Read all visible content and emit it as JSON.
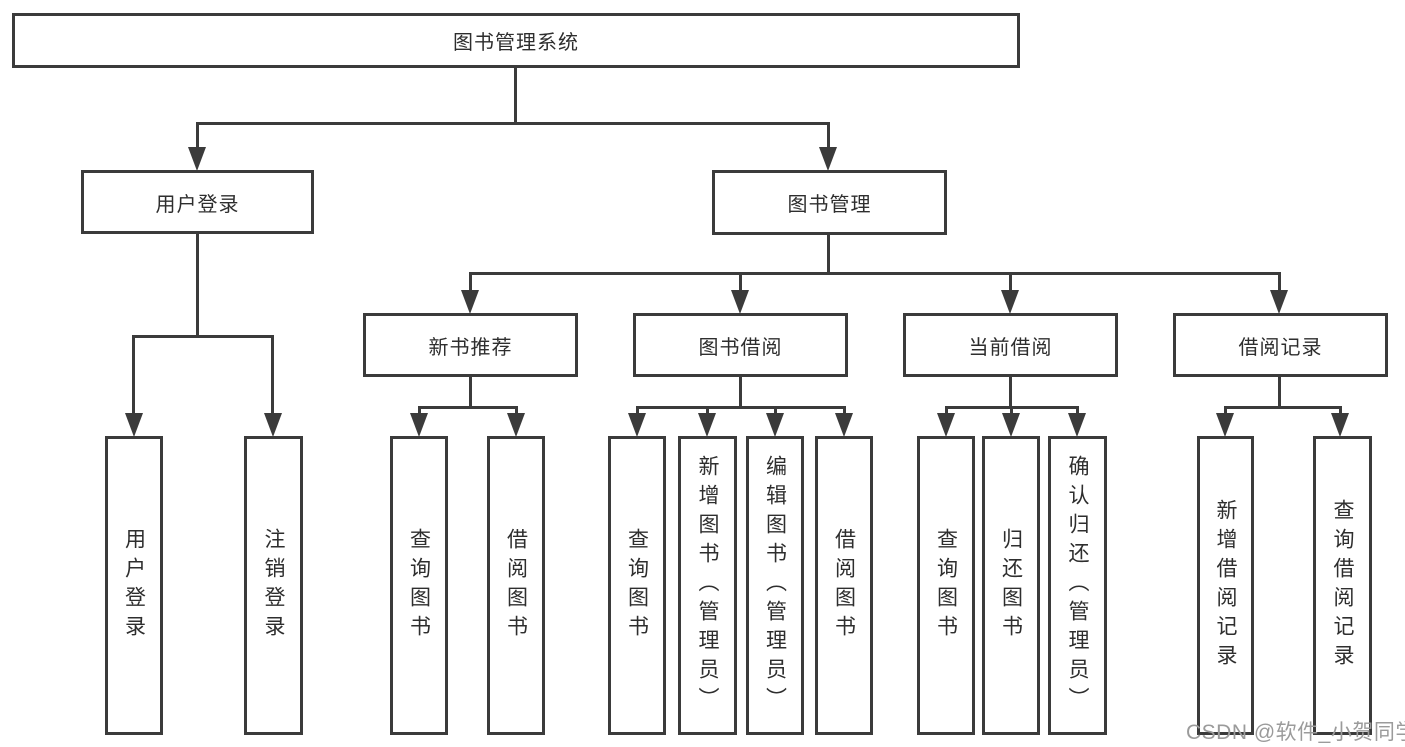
{
  "colors": {
    "line": "#3b3b3b",
    "text": "#2e2e2e",
    "watermark": "#9b9b9b",
    "background": "#ffffff"
  },
  "diagram": {
    "root": "图书管理系统",
    "level2": {
      "user_login": "用户登录",
      "book_management": "图书管理"
    },
    "level3": {
      "new_book_recommend": "新书推荐",
      "book_borrow": "图书借阅",
      "current_borrow": "当前借阅",
      "borrow_records": "借阅记录"
    },
    "leaves": {
      "user_login": "用户登录",
      "logout": "注销登录",
      "rec_query_books": "查询图书",
      "rec_borrow_books": "借阅图书",
      "bb_query_books": "查询图书",
      "bb_add_books": "新增图书（管理员）",
      "bb_edit_books": "编辑图书（管理员）",
      "bb_borrow_books": "借阅图书",
      "cb_query_books": "查询图书",
      "cb_return_books": "归还图书",
      "cb_confirm_return": "确认归还（管理员）",
      "br_add_record": "新增借阅记录",
      "br_query_record": "查询借阅记录"
    }
  },
  "watermark": "CSDN @软件_小贺同学"
}
